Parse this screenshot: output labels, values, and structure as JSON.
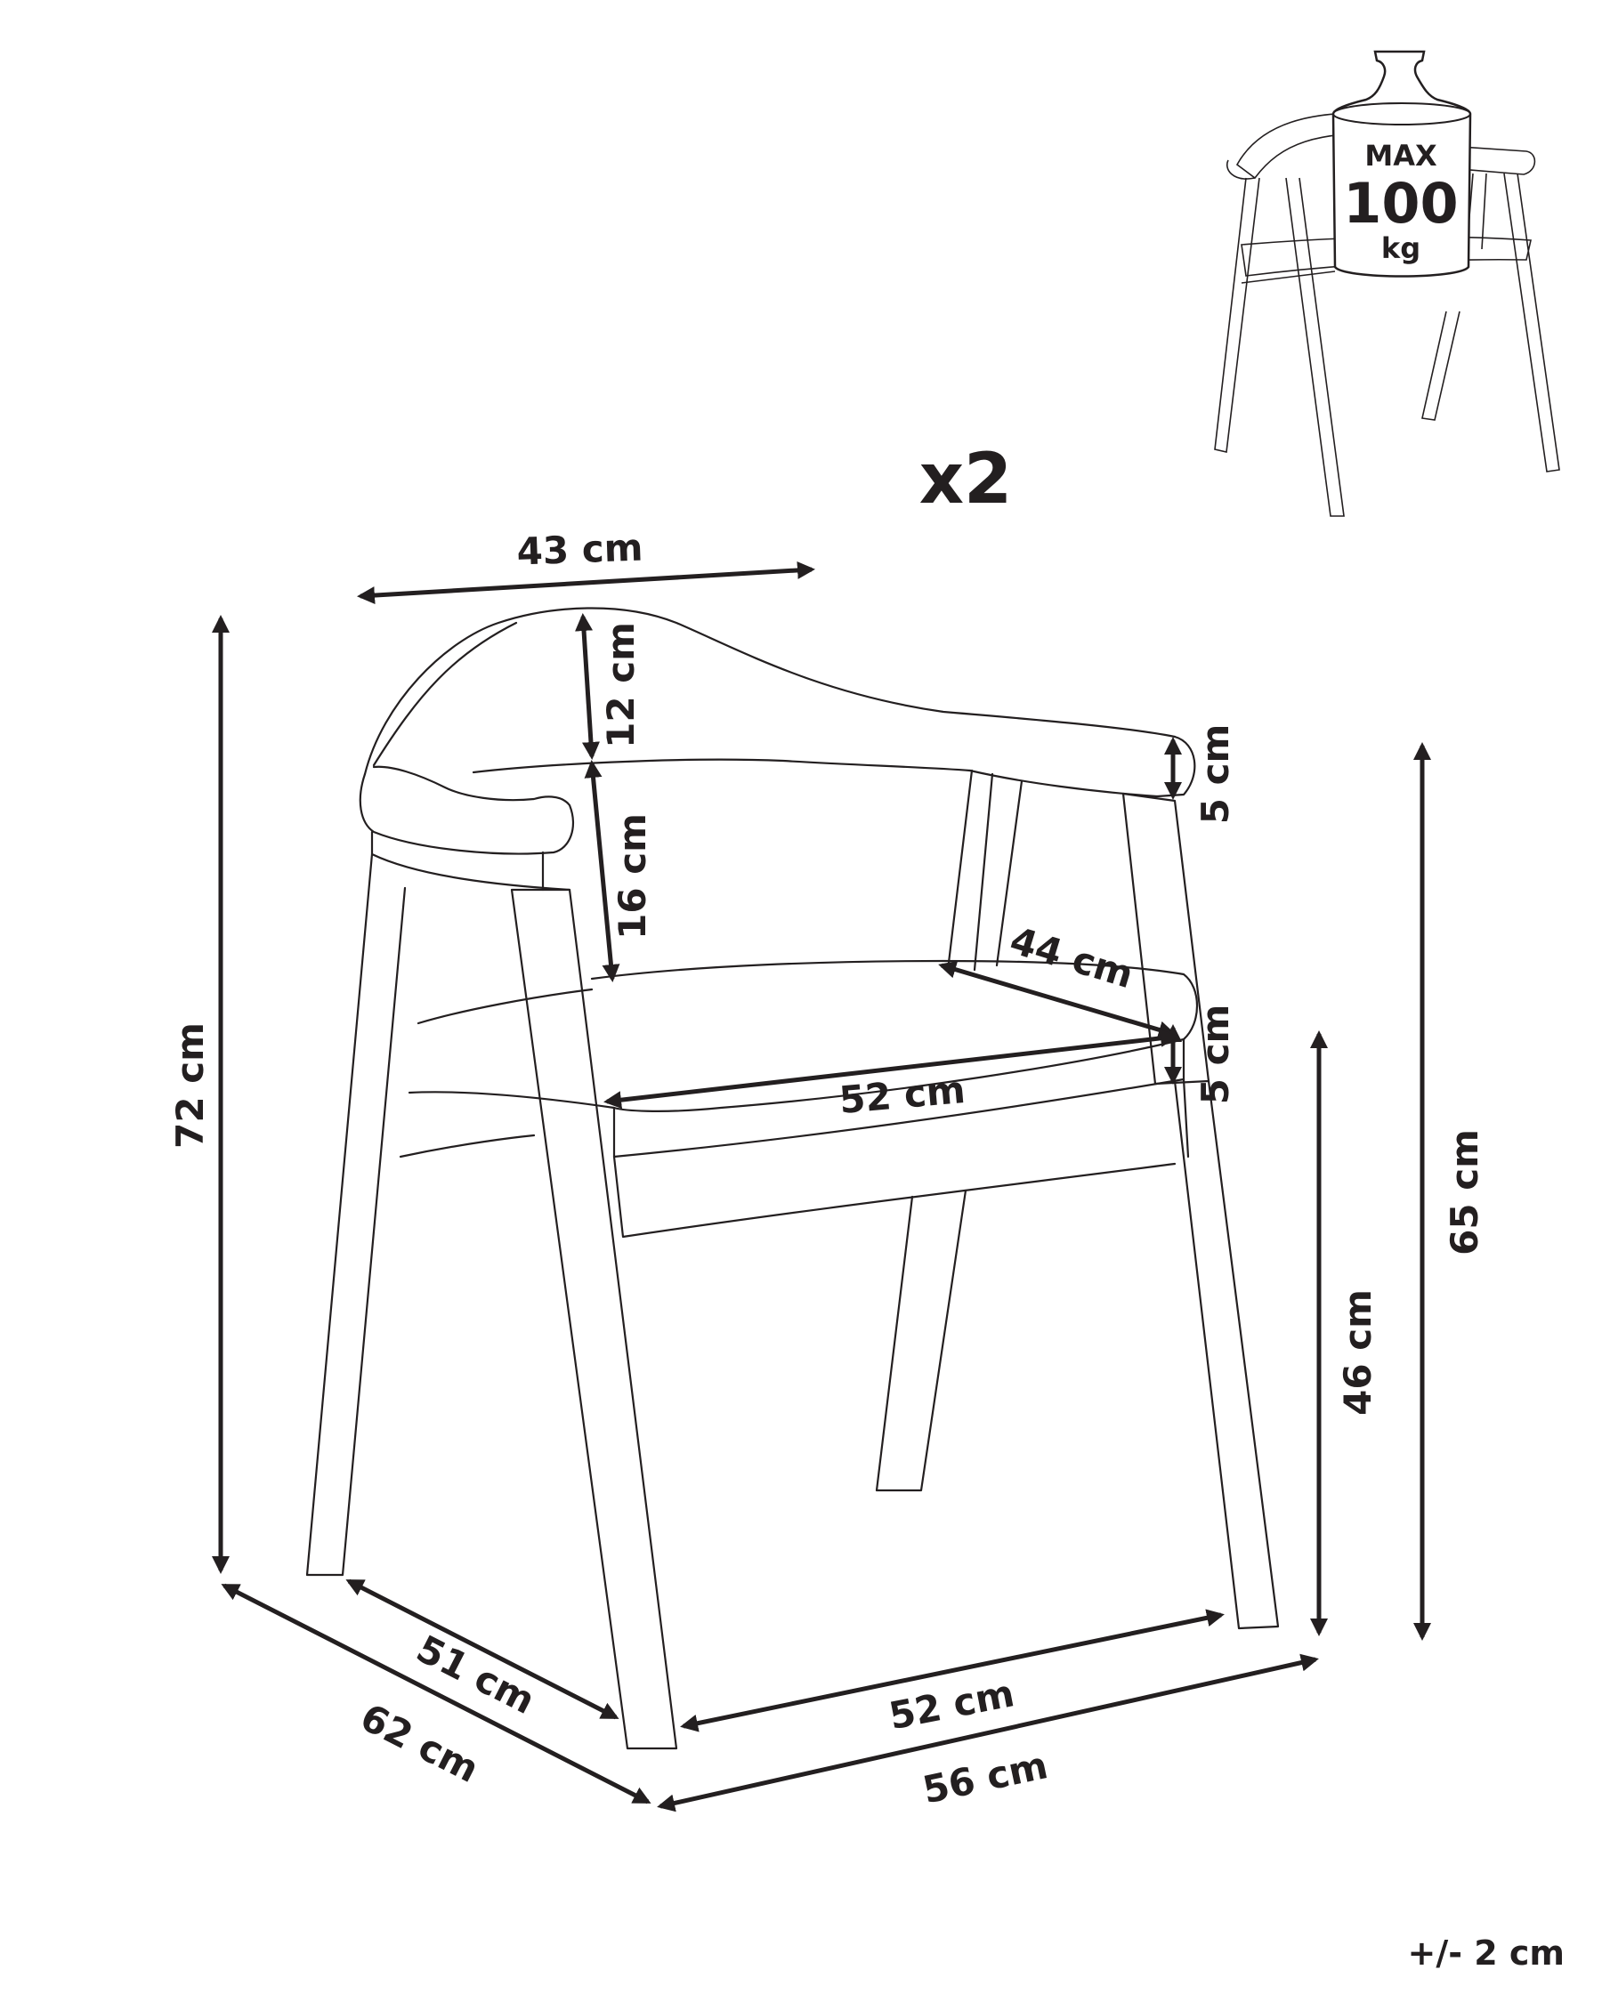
{
  "quantity_label": "x2",
  "max_load": {
    "line1": "MAX",
    "line2": "100",
    "line3": "kg"
  },
  "dimensions": {
    "backrest_width": "43 cm",
    "backrest_height": "12 cm",
    "back_gap": "16 cm",
    "armrest_thickness": "5 cm",
    "seat_depth": "44 cm",
    "seat_thickness": "5 cm",
    "seat_width": "52 cm",
    "total_height": "72 cm",
    "armrest_height": "65 cm",
    "seat_height": "46 cm",
    "inner_depth": "51 cm",
    "total_depth": "62 cm",
    "inner_width": "52 cm",
    "total_width": "56 cm"
  },
  "tolerance": "+/- 2 cm"
}
